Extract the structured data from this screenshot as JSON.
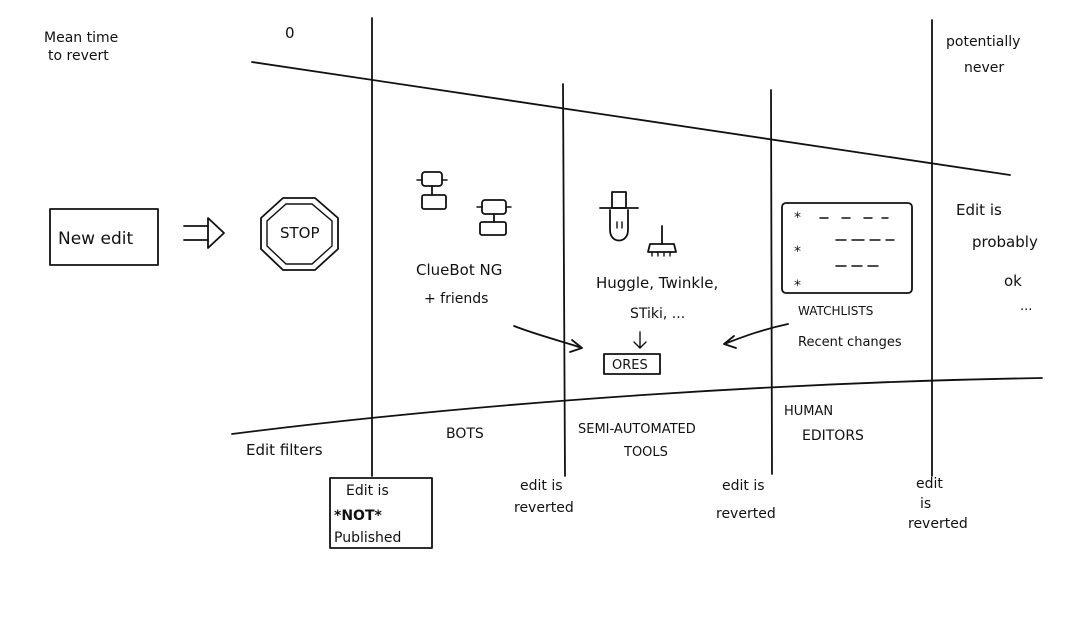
{
  "labels": {
    "mean_time_line1": "Mean time",
    "mean_time_line2": "to revert",
    "zero": "0",
    "potentially_line1": "potentially",
    "potentially_line2": "never",
    "new_edit": "New edit",
    "stop": "STOP",
    "cluebot_line1": "ClueBot NG",
    "cluebot_line2": "+ friends",
    "tools_line1": "Huggle, Twinkle,",
    "tools_line2": "STiki, ...",
    "ores": "ORES",
    "watchlists": "WATCHLISTS",
    "recent_changes": "Recent changes",
    "edit_probably_line1": "Edit is",
    "edit_probably_line2": "probably",
    "edit_probably_line3": "ok",
    "edit_probably_line4": "..."
  },
  "columns": {
    "edit_filters": "Edit filters",
    "bots": "BOTS",
    "semi_line1": "SEMI-AUTOMATED",
    "semi_line2": "TOOLS",
    "human_line1": "HUMAN",
    "human_line2": "EDITORS"
  },
  "outcomes": {
    "not_published_line1": "Edit is",
    "not_published_line2": "*NOT*",
    "not_published_line3": "Published",
    "bots_line1": "edit is",
    "bots_line2": "reverted",
    "tools_line1": "edit is",
    "tools_line2": "reverted",
    "human_line1": "edit",
    "human_line2": "is",
    "human_line3": "reverted"
  }
}
